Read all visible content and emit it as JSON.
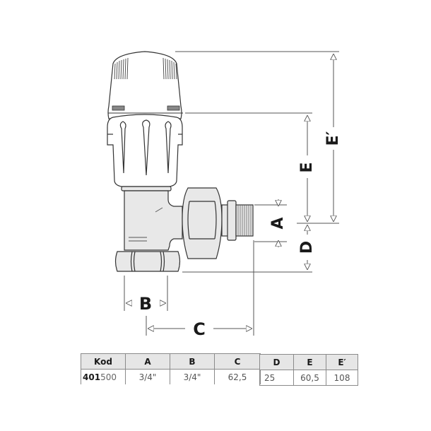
{
  "drawing": {
    "title": "Angle thermostatic radiator valve dimension drawing",
    "dimension_labels": {
      "A": "A",
      "B": "B",
      "C": "C",
      "D": "D",
      "E": "E",
      "E_prime": "E′"
    },
    "colors": {
      "line": "#333333",
      "body_fill": "#e8e8e8",
      "dim_line": "#555555",
      "label": "#1a1a1a"
    }
  },
  "table": {
    "headers": [
      "Kod",
      "A",
      "B",
      "C",
      "D",
      "E",
      "E′"
    ],
    "rows": [
      {
        "kod_prefix": "401",
        "kod_suffix": "500",
        "A": "3/4\"",
        "B": "3/4\"",
        "C": "62,5",
        "D": "25",
        "E": "60,5",
        "E_prime": "108"
      }
    ]
  }
}
